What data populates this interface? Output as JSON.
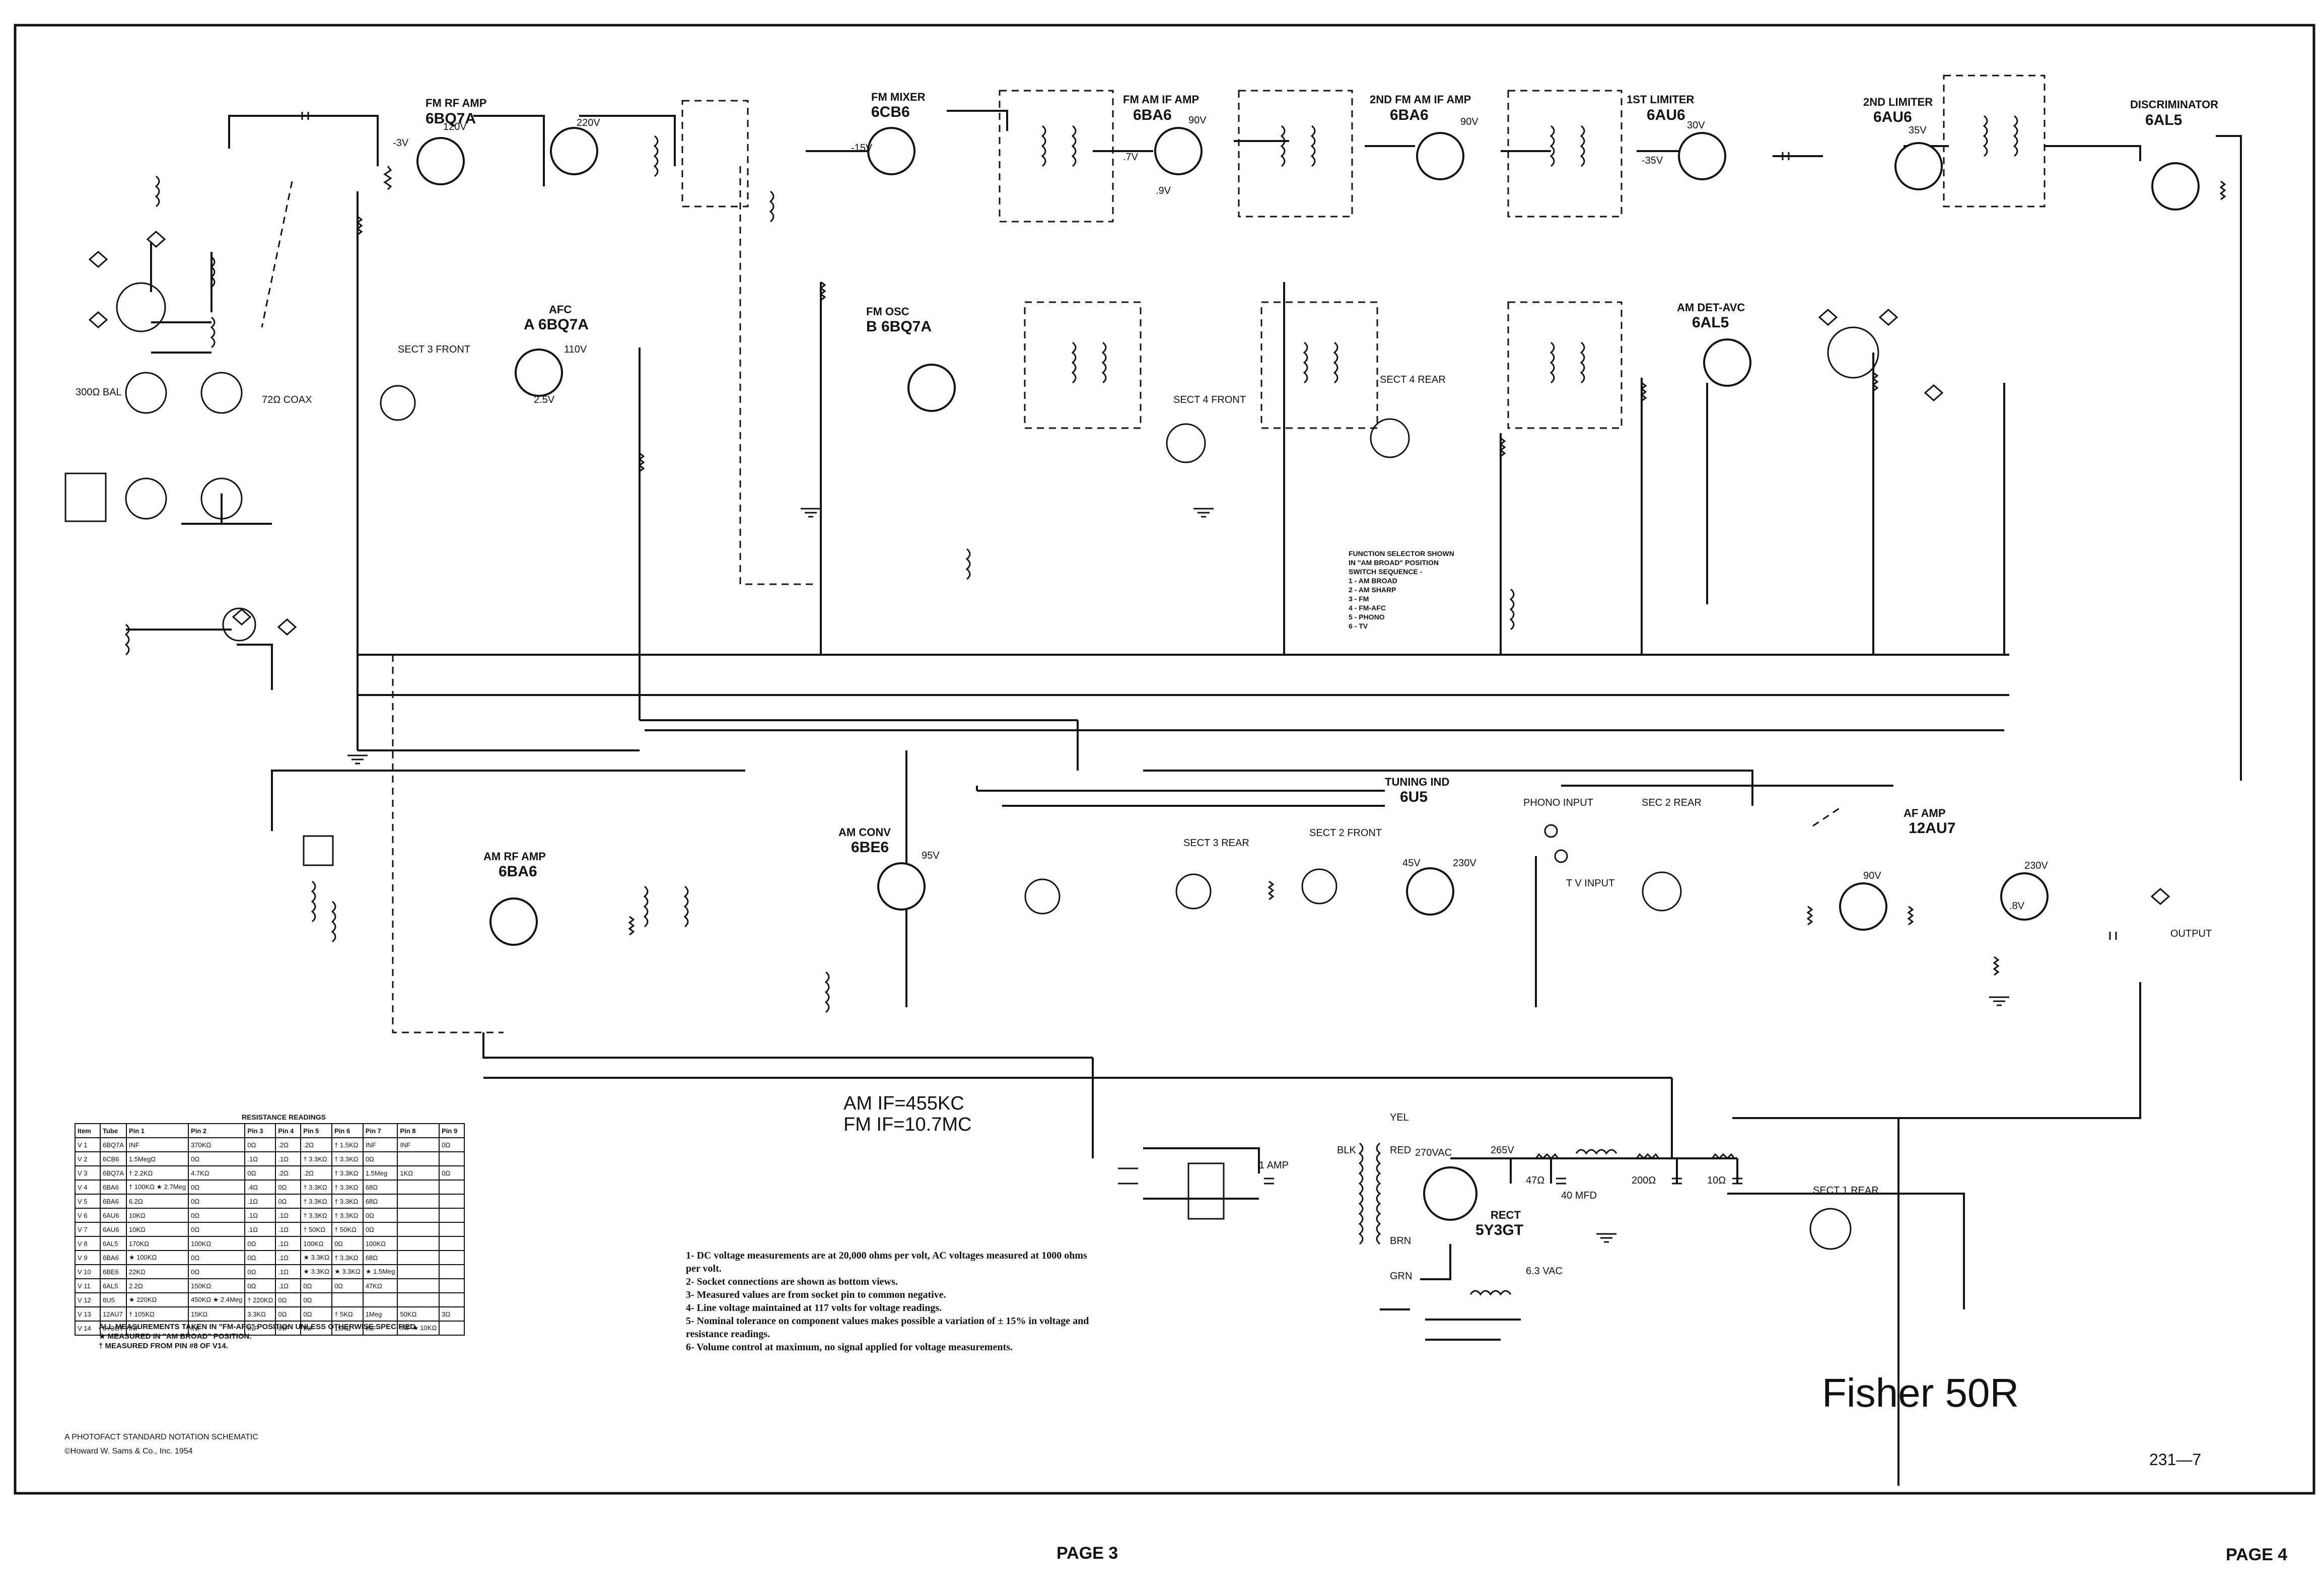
{
  "tubes": [
    {
      "ref": "V1",
      "func": "FM RF AMP",
      "type": "6BQ7A"
    },
    {
      "ref": "V2",
      "func": "FM MIXER",
      "type": "6CB6"
    },
    {
      "ref": "V3",
      "func": "FM OSC",
      "type": "B 6BQ7A"
    },
    {
      "ref": "V3",
      "func": "AFC",
      "type": "A 6BQ7A"
    },
    {
      "ref": "V4",
      "func": "FM AM IF AMP",
      "type": "6BA6"
    },
    {
      "ref": "V5",
      "func": "2ND FM AM IF AMP",
      "type": "6BA6"
    },
    {
      "ref": "V6",
      "func": "1ST LIMITER",
      "type": "6AU6"
    },
    {
      "ref": "V7",
      "func": "2ND LIMITER",
      "type": "6AU6"
    },
    {
      "ref": "V8",
      "func": "DISCRIMINATOR",
      "type": "6AL5"
    },
    {
      "ref": "V11",
      "func": "AM DET-AVC",
      "type": "6AL5"
    },
    {
      "ref": "V9",
      "func": "AM RF AMP",
      "type": "6BA6"
    },
    {
      "ref": "V10",
      "func": "AM CONV",
      "type": "6BE6"
    },
    {
      "ref": "V12",
      "func": "TUNING IND",
      "type": "6U5"
    },
    {
      "ref": "V13",
      "func": "AF AMP",
      "type": "12AU7"
    },
    {
      "ref": "V14",
      "func": "RECT",
      "type": "5Y3GT"
    }
  ],
  "voltages": [
    "120V",
    "220V",
    "110V",
    "90V",
    "90V",
    "30V",
    "35V",
    "95V",
    "45V",
    "230V",
    "90V",
    "230V",
    "265V",
    "2.5V",
    "-3V",
    "-15V",
    ".7V",
    ".9V",
    "-35V",
    ".8V"
  ],
  "misc_labels": [
    "300Ω BAL",
    "72Ω COAX",
    "PHONO INPUT",
    "T V INPUT",
    "OUTPUT",
    "SEC 2 REAR",
    "SECT 1 REAR",
    "SECT 3 FRONT",
    "SECT 4 FRONT",
    "SECT 4 REAR",
    "SECT 3 REAR",
    "SECT 2 FRONT",
    "1 AMP",
    "YEL",
    "RED",
    "BLK",
    "BRN",
    "GRN",
    "270VAC",
    "6.3 VAC",
    "47Ω",
    "200Ω",
    "40 MFD",
    "10Ω"
  ],
  "fs_note": [
    "FUNCTION SELECTOR SHOWN",
    "IN \"AM BROAD\" POSITION",
    "SWITCH SEQUENCE -",
    "1 - AM BROAD",
    "2 - AM SHARP",
    "3 - FM",
    "4 - FM-AFC",
    "5 - PHONO",
    "6 - TV"
  ],
  "if_text": [
    "AM IF=455KC",
    "FM IF=10.7MC"
  ],
  "notes": [
    "1- DC voltage measurements are at 20,000 ohms per volt, AC voltages measured at 1000 ohms per volt.",
    "2- Socket connections are shown as bottom views.",
    "3- Measured values are from socket pin to common negative.",
    "4- Line voltage maintained at 117 volts for voltage readings.",
    "5- Nominal tolerance on component values makes possible a variation of ± 15% in voltage and resistance readings.",
    "6- Volume control at maximum, no signal applied for voltage measurements."
  ],
  "resistance_table": {
    "title": "RESISTANCE READINGS",
    "headers": [
      "Item",
      "Tube",
      "Pin 1",
      "Pin 2",
      "Pin 3",
      "Pin 4",
      "Pin 5",
      "Pin 6",
      "Pin 7",
      "Pin 8",
      "Pin 9"
    ],
    "rows": [
      [
        "V 1",
        "6BQ7A",
        "INF",
        "370KΩ",
        "0Ω",
        ".2Ω",
        ".2Ω",
        "† 1.5KΩ",
        "INF",
        "INF",
        "0Ω"
      ],
      [
        "V 2",
        "6CB6",
        "1.5MegΩ",
        "0Ω",
        ".1Ω",
        ".1Ω",
        "† 3.3KΩ",
        "† 3.3KΩ",
        "0Ω",
        "",
        ""
      ],
      [
        "V 3",
        "6BQ7A",
        "† 2.2KΩ",
        "4.7KΩ",
        "0Ω",
        ".2Ω",
        ".2Ω",
        "† 3.3KΩ",
        "1.5Meg",
        "1KΩ",
        "0Ω"
      ],
      [
        "V 4",
        "6BA6",
        "† 100KΩ ★ 2.7Meg",
        "0Ω",
        ".4Ω",
        "0Ω",
        "† 3.3KΩ",
        "† 3.3KΩ",
        "68Ω",
        "",
        ""
      ],
      [
        "V 5",
        "6BA6",
        "6.2Ω",
        "0Ω",
        ".1Ω",
        "0Ω",
        "† 3.3KΩ",
        "† 3.3KΩ",
        "68Ω",
        "",
        ""
      ],
      [
        "V 6",
        "6AU6",
        "10KΩ",
        "0Ω",
        ".1Ω",
        ".1Ω",
        "† 3.3KΩ",
        "† 3.3KΩ",
        "0Ω",
        "",
        ""
      ],
      [
        "V 7",
        "6AU6",
        "10KΩ",
        "0Ω",
        ".1Ω",
        ".1Ω",
        "† 50KΩ",
        "† 50KΩ",
        "0Ω",
        "",
        ""
      ],
      [
        "V 8",
        "6AL5",
        "170KΩ",
        "100KΩ",
        "0Ω",
        ".1Ω",
        "100KΩ",
        "0Ω",
        "100KΩ",
        "",
        ""
      ],
      [
        "V 9",
        "6BA6",
        "★ 100KΩ",
        "0Ω",
        "0Ω",
        ".1Ω",
        "★ 3.3KΩ",
        "† 3.3KΩ",
        "68Ω",
        "",
        ""
      ],
      [
        "V 10",
        "6BE6",
        "22KΩ",
        "0Ω",
        "0Ω",
        ".1Ω",
        "★ 3.3KΩ",
        "★ 3.3KΩ",
        "★ 1.5Meg",
        "",
        ""
      ],
      [
        "V 11",
        "6AL5",
        "2.2Ω",
        "150KΩ",
        "0Ω",
        ".1Ω",
        "0Ω",
        "0Ω",
        "47KΩ",
        "",
        ""
      ],
      [
        "V 12",
        "6U5",
        "★ 220KΩ",
        "450KΩ ★ 2.4Meg",
        "† 220KΩ",
        "0Ω",
        "0Ω",
        "",
        "",
        "",
        ""
      ],
      [
        "V 13",
        "12AU7",
        "† 105KΩ",
        "15KΩ",
        "3.3KΩ",
        "0Ω",
        "0Ω",
        "† 5KΩ",
        "1Meg",
        "50KΩ",
        "3Ω"
      ],
      [
        "V 14",
        "5Y3GT",
        "INF",
        "INF",
        "INF",
        "INF",
        "INF",
        "15KΩ",
        "INF",
        "INF ★ 10KΩ",
        ""
      ]
    ]
  },
  "table_notes": [
    "ALL MEASUREMENTS TAKEN IN \"FM-AFC\" POSITION UNLESS OTHERWISE SPECIFIED.",
    "★ MEASURED IN \"AM BROAD\" POSITION.",
    "† MEASURED FROM PIN #8 OF V14."
  ],
  "credit": [
    "A PHOTOFACT STANDARD NOTATION SCHEMATIC",
    "©Howard W. Sams & Co., Inc. 1954"
  ],
  "model": "Fisher 50R",
  "doc_number": "231—7",
  "page_left": "PAGE 3",
  "page_right": "PAGE 4"
}
